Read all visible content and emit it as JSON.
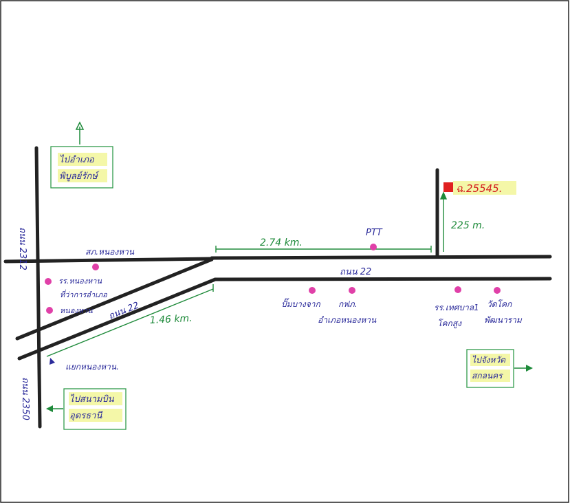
{
  "labels": {
    "road_2312": "ถนน 2312",
    "road_2350": "ถนน 2350",
    "road_22_diag": "ถนน 22",
    "road_22_main": "ถนน 22",
    "school_nonghan": "สภ.หนองหาน",
    "hospital_nonghan": "รร.หนองหาน",
    "district_office": "ที่ว่าการอำเภอ\nหนองหาน",
    "intersection_nonghan": "แยกหนองหาน.",
    "ptt": "PTT",
    "gas_station": "ปั๊มบางจาก",
    "electricity_office": "กฟภ.\nอำเภอหนองหาน",
    "municipal_school": "รร.เทศบาล1\nโคกสูง",
    "temple": "วัดโคก\nพัฒนาราม",
    "target_marker": "ฉ.25545."
  },
  "distances": {
    "top_segment": "2.74 km.",
    "diagonal_segment": "1.46 km.",
    "vertical_segment": "225 m."
  },
  "signs": {
    "to_phibun": "ไปอำเภอ\nพิบูลย์รักษ์",
    "to_airport": "ไปสนามบิน\nอุดรธานี",
    "to_sakon": "ไปจังหวัด\nสกลนคร"
  },
  "colors": {
    "road": "#222222",
    "poi_dot": "#e040a8",
    "route_line": "#1e8a3a",
    "label_blue": "#2a2a9a",
    "target_red": "#e02020",
    "highlight": "#f4f7a8",
    "sign_border": "#2f9a4a"
  }
}
